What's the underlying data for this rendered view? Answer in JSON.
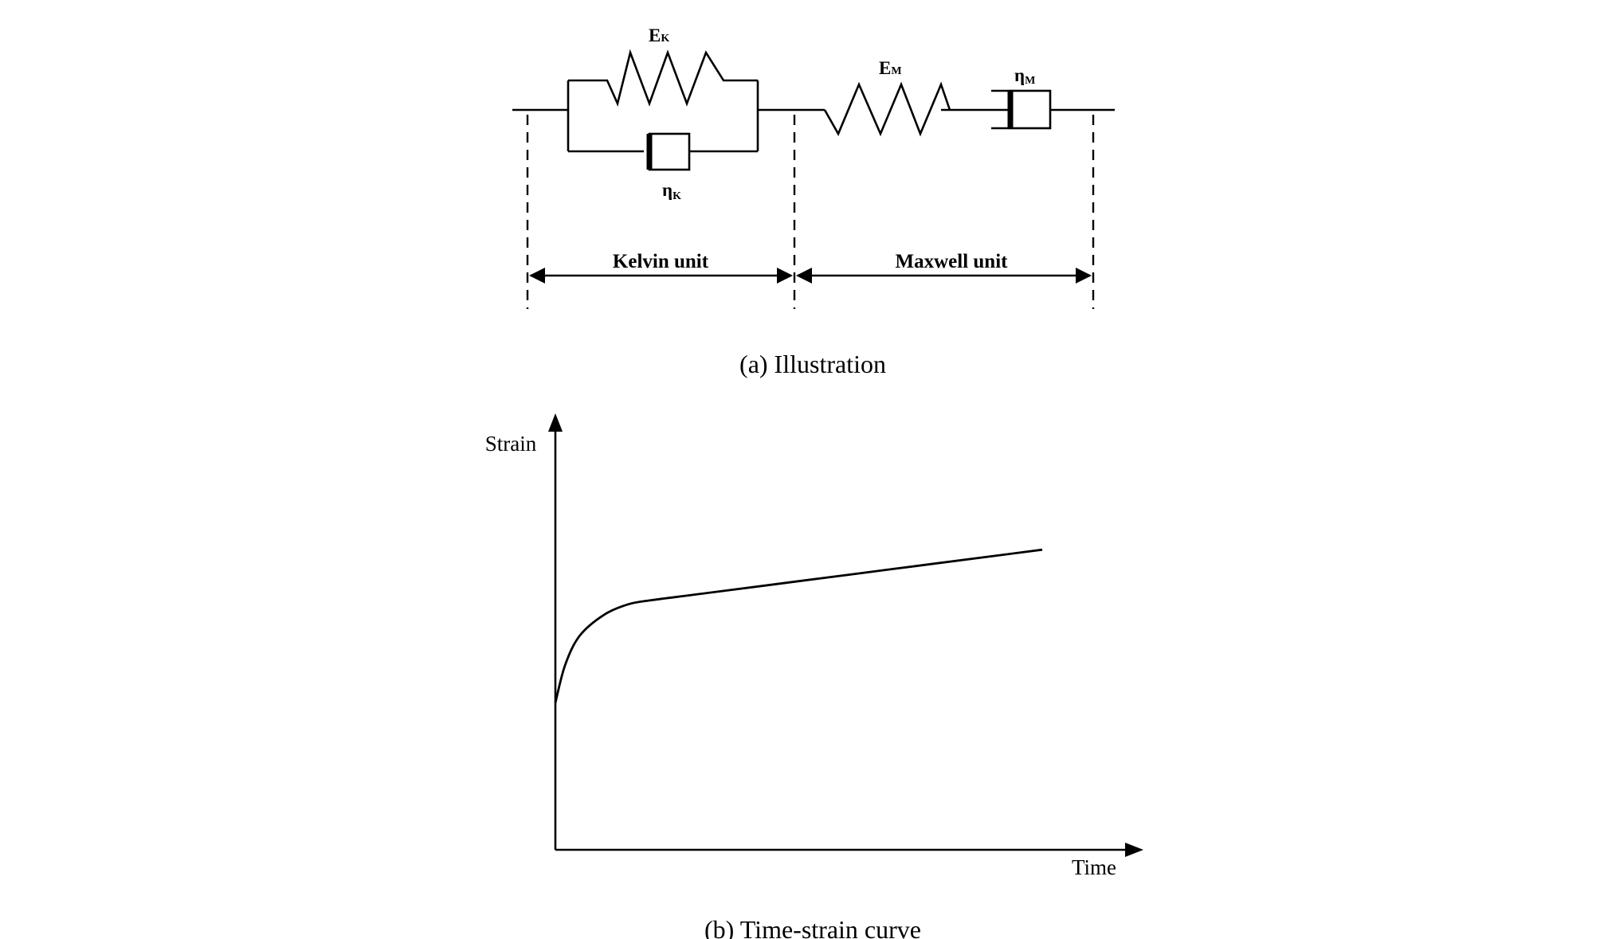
{
  "panel_a": {
    "spring_kelvin_label": "E",
    "spring_kelvin_sub": "K",
    "damper_kelvin_label": "η",
    "damper_kelvin_sub": "K",
    "spring_maxwell_label": "E",
    "spring_maxwell_sub": "M",
    "damper_maxwell_label": "η",
    "damper_maxwell_sub": "M",
    "kelvin_unit_label": "Kelvin unit",
    "maxwell_unit_label": "Maxwell unit",
    "caption": "(a) Illustration"
  },
  "panel_b": {
    "ylabel": "Strain",
    "xlabel": "Time",
    "caption": "(b) Time-strain curve"
  },
  "chart_data": {
    "type": "line",
    "title": "",
    "xlabel": "Time",
    "ylabel": "Strain",
    "tick_labels": false,
    "grid": false,
    "series": [
      {
        "description": "instantaneous strain, then decaying creep rate, then steady linear creep",
        "x": [
          0,
          0.02,
          0.05,
          0.1,
          0.15,
          0.2,
          0.3,
          0.5,
          0.7,
          0.9,
          1.0
        ],
        "y": [
          0.35,
          0.44,
          0.51,
          0.56,
          0.585,
          0.595,
          0.61,
          0.64,
          0.67,
          0.7,
          0.715
        ]
      }
    ]
  }
}
